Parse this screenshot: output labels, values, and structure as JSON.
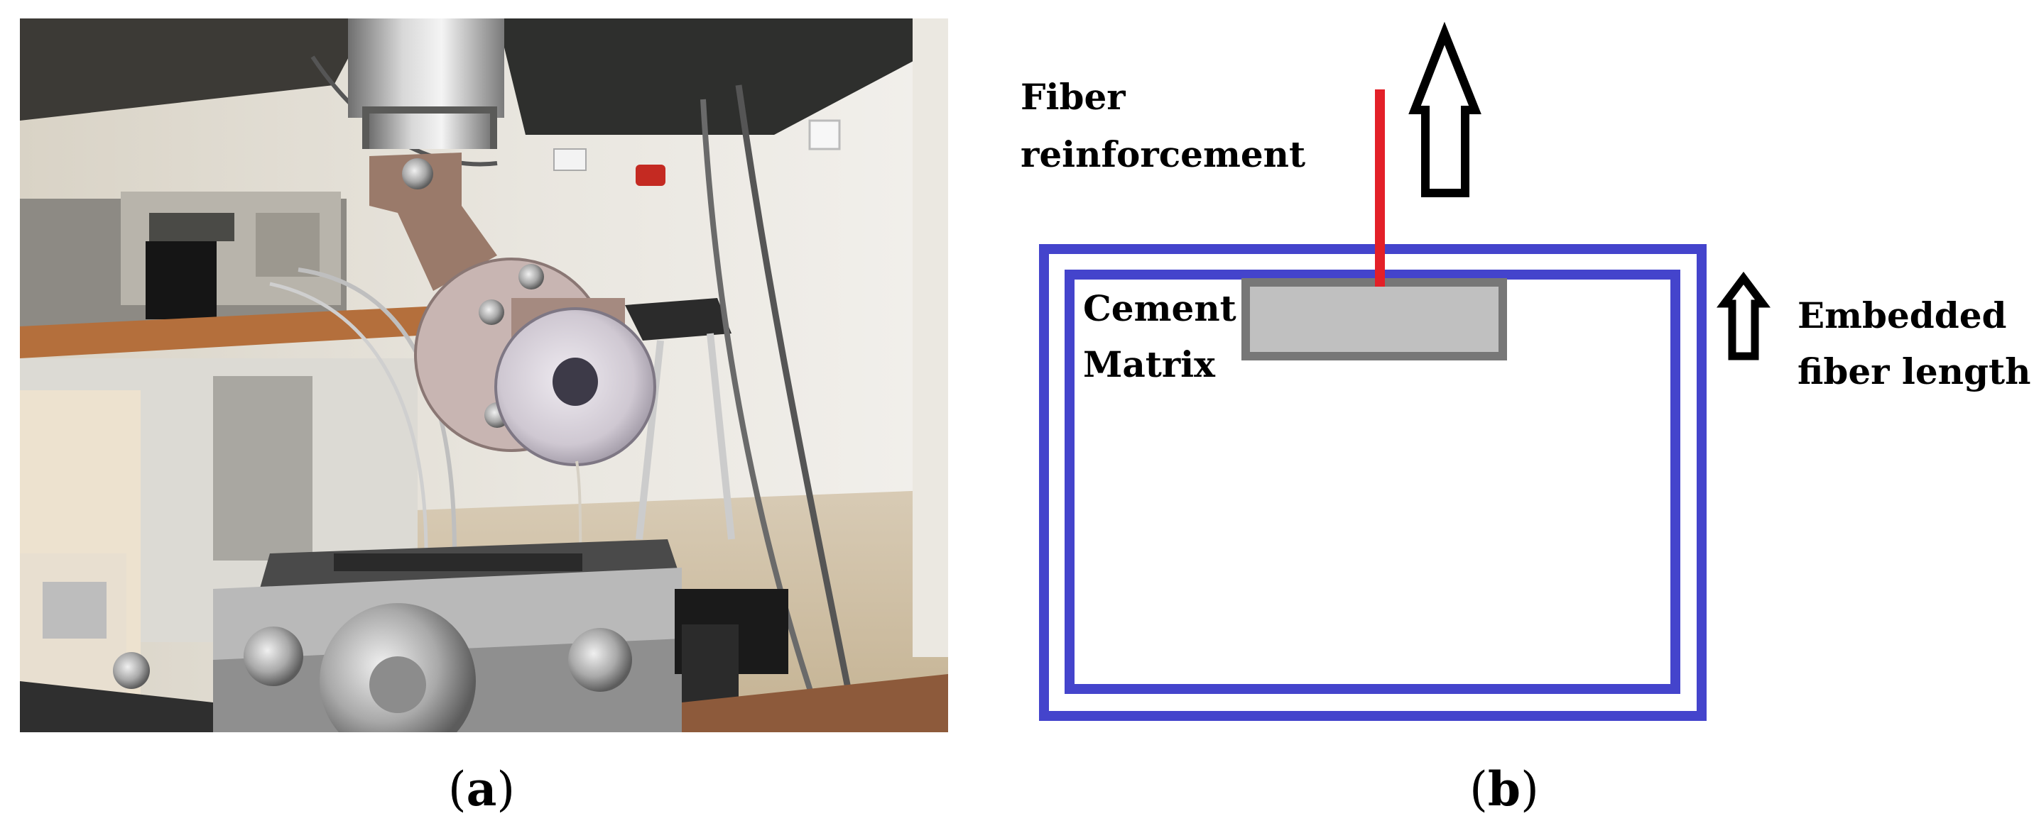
{
  "panels": {
    "a": {
      "label_open": "(",
      "label_letter": "a",
      "label_close": ")"
    },
    "b": {
      "label_open": "(",
      "label_letter": "b",
      "label_close": ")"
    }
  },
  "diagram": {
    "fiber_label_line1": "Fiber",
    "fiber_label_line2": "reinforcement",
    "matrix_label_line1": "Cement",
    "matrix_label_line2": "Matrix",
    "embedded_label_line1": "Embedded",
    "embedded_label_line2": "fiber length"
  },
  "colors": {
    "mold_outline": "#4444cc",
    "fiber": "#e32028",
    "embedded_fill": "#c0c0c0",
    "embedded_border": "#777777",
    "arrow": "#000000"
  }
}
